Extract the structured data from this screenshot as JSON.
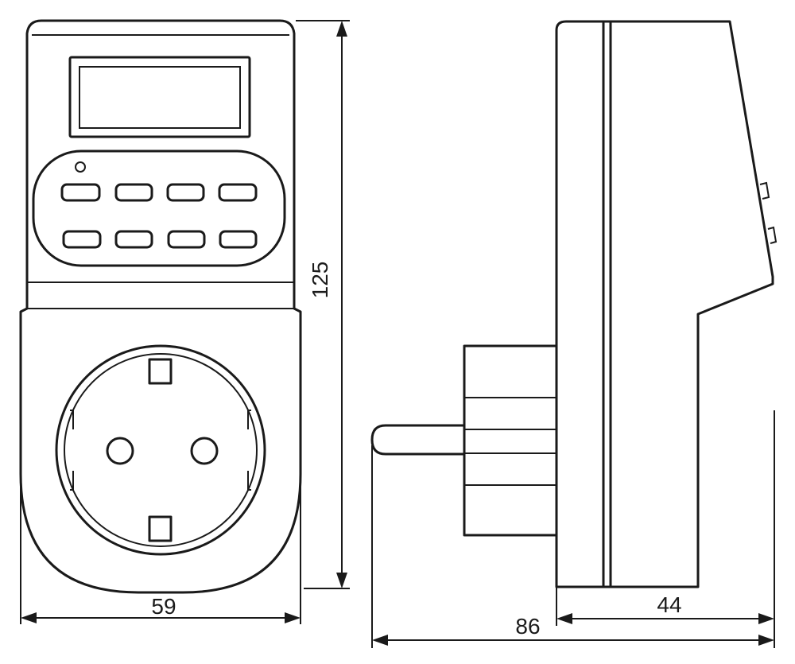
{
  "dimensions": {
    "front_width": "59",
    "height": "125",
    "total_depth": "86",
    "body_depth": "44"
  },
  "colors": {
    "line": "#1a1a1a",
    "background": "#ffffff"
  }
}
